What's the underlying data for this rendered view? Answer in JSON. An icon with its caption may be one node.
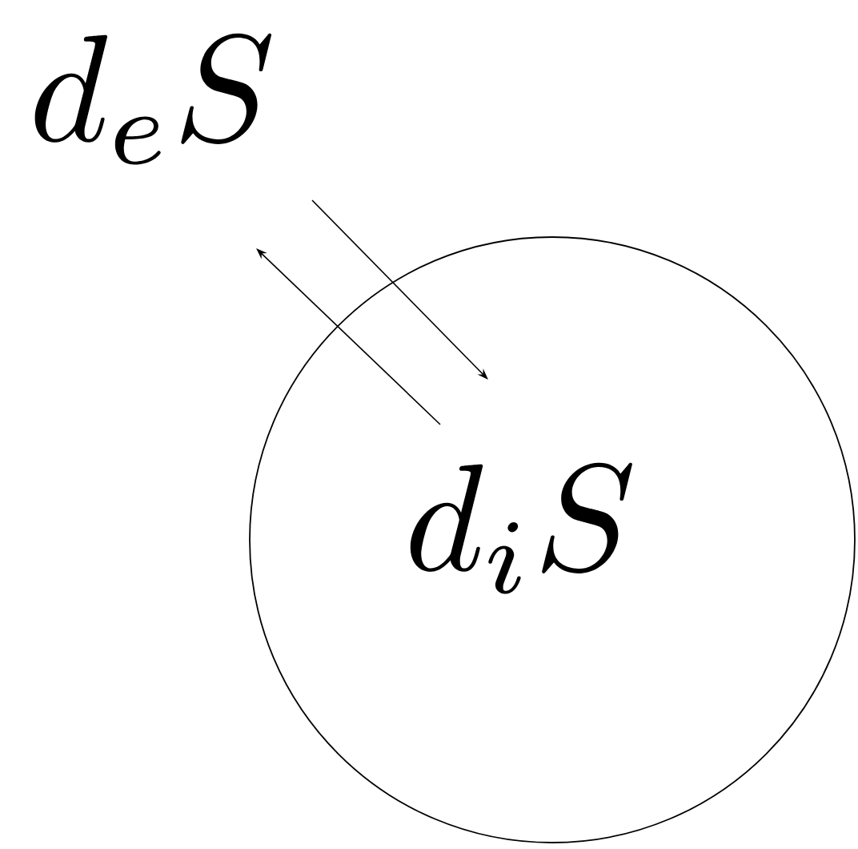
{
  "diagram": {
    "nodes": [
      {
        "text": [
          "d_eS"
        ]
      },
      {
        "text": [],
        "shape": "circle"
      },
      {
        "text": [
          "d_iS"
        ],
        "in": 1
      }
    ],
    "edges": [
      {
        "from": 0,
        "to": 2,
        "arrow": "to"
      },
      {
        "from": 2,
        "to": 0,
        "arrow": "to"
      }
    ]
  }
}
